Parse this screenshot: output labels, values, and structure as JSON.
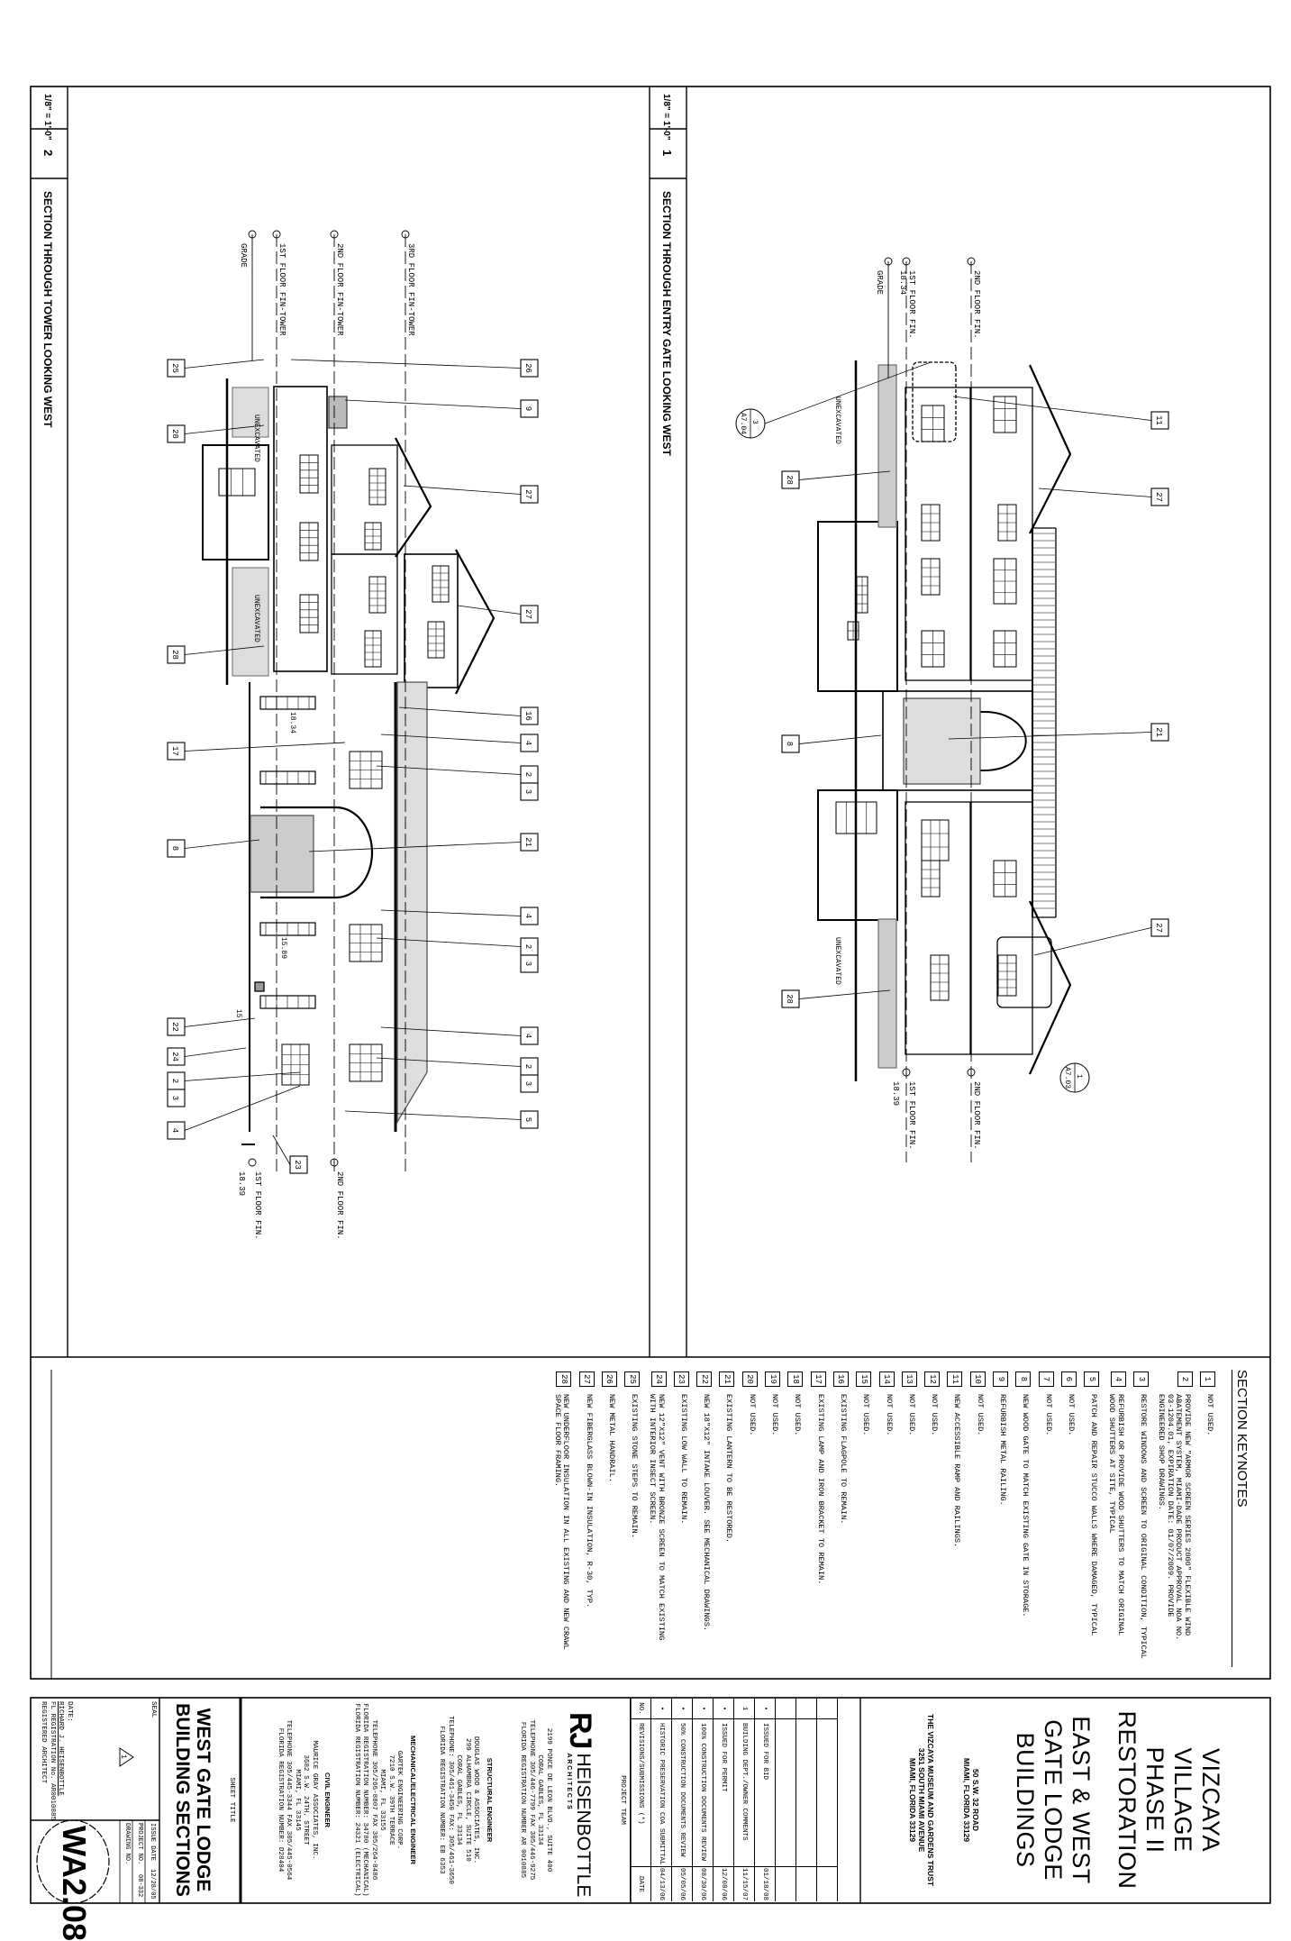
{
  "drawings": [
    {
      "number": "1",
      "scale": "1/8\" = 1'-0\"",
      "title": "SECTION THROUGH ENTRY GATE LOOKING WEST",
      "levels_top": [
        "2ND FLOOR FIN.",
        "1ST FLOOR FIN.",
        "GRADE"
      ],
      "levels_top_elev": "18.34",
      "levels_bottom": [
        "1ST FLOOR FIN.",
        "2ND FLOOR FIN."
      ],
      "levels_bottom_elev": "18.39",
      "notes": [
        "UNEXCAVATED",
        "UNEXCAVATED"
      ],
      "detail_refs": [
        {
          "num": "3",
          "sheet": "A7.04"
        },
        {
          "num": "1",
          "sheet": "A7.03"
        }
      ],
      "tags": [
        "11",
        "27",
        "21",
        "27",
        "28",
        "8",
        "28"
      ]
    },
    {
      "number": "2",
      "scale": "1/8\" = 1'-0\"",
      "title": "SECTION THROUGH TOWER LOOKING WEST",
      "levels_top": [
        "3RD FLOOR FIN-TOWER",
        "2ND FLOOR FIN-TOWER",
        "1ST FLOOR FIN-TOWER",
        "GRADE"
      ],
      "levels_bottom": [
        "1ST FLOOR FIN.",
        "2ND FLOOR FIN."
      ],
      "levels_bottom_elev": "18.39",
      "notes": [
        "UNEXCAVATED",
        "UNEXCAVATED"
      ],
      "dims": [
        "18.34",
        "15.89",
        "15"
      ],
      "tags": [
        "26",
        "9",
        "27",
        "27",
        "16",
        "4",
        "2",
        "3",
        "21",
        "4",
        "2",
        "3",
        "4",
        "2",
        "3",
        "5",
        "25",
        "28",
        "28",
        "17",
        "8",
        "22",
        "24",
        "2",
        "3",
        "4",
        "23"
      ]
    }
  ],
  "keynotes": {
    "heading": "SECTION KEYNOTES",
    "items": [
      {
        "num": "1",
        "text": "NOT USED."
      },
      {
        "num": "2",
        "text": "PROVIDE NEW \"ARMOR SCREEN SERIES 2000\" FLEXIBLE WIND\nABATEMENT SYSTEM, MIAMI-DADE PRODUCT APPROVAL NOA NO.\n03-1204.01, EXPIRATION DATE: 01/07/2009. PROVIDE\nENGINEERED SHOP DRAWINGS."
      },
      {
        "num": "3",
        "text": "RESTORE WINDOWS AND SCREEN TO ORIGINAL CONDITION, TYPICAL"
      },
      {
        "num": "4",
        "text": "REFURBISH OR PROVIDE WOOD SHUTTERS TO MATCH ORIGINAL\nWOOD SHUTTERS AT SITE, TYPICAL"
      },
      {
        "num": "5",
        "text": "PATCH AND REPAIR STUCCO WALLS WHERE DAMAGED, TYPICAL"
      },
      {
        "num": "6",
        "text": "NOT USED."
      },
      {
        "num": "7",
        "text": "NOT USED."
      },
      {
        "num": "8",
        "text": "NEW WOOD GATE TO MATCH EXISTING GATE IN STORAGE."
      },
      {
        "num": "9",
        "text": "REFURBISH METAL RAILING."
      },
      {
        "num": "10",
        "text": "NOT USED."
      },
      {
        "num": "11",
        "text": "NEW ACCESSIBLE RAMP AND RAILINGS."
      },
      {
        "num": "12",
        "text": "NOT USED."
      },
      {
        "num": "13",
        "text": "NOT USED."
      },
      {
        "num": "14",
        "text": "NOT USED."
      },
      {
        "num": "15",
        "text": "NOT USED."
      },
      {
        "num": "16",
        "text": "EXISTING FLAGPOLE TO REMAIN."
      },
      {
        "num": "17",
        "text": "EXISTING LAMP AND IRON BRACKET TO REMAIN."
      },
      {
        "num": "18",
        "text": "NOT USED."
      },
      {
        "num": "19",
        "text": "NOT USED."
      },
      {
        "num": "20",
        "text": "NOT USED."
      },
      {
        "num": "21",
        "text": "EXISTING LANTERN TO BE RESTORED."
      },
      {
        "num": "22",
        "text": "NEW 18\"X12\" INTAKE LOUVER. SEE MECHANICAL DRAWINGS."
      },
      {
        "num": "23",
        "text": "EXISTING LOW WALL TO REMAIN."
      },
      {
        "num": "24",
        "text": "NEW 12\"X12\" VENT WITH BRONZE SCREEN TO MATCH EXISTING\nWITH INTERIOR INSECT SCREEN."
      },
      {
        "num": "25",
        "text": "EXISTING STONE STEPS TO REMAIN."
      },
      {
        "num": "26",
        "text": "NEW METAL HANDRAIL."
      },
      {
        "num": "27",
        "text": "NEW FIBERGLASS BLOWN-IN INSULATION, R-30, TYP."
      },
      {
        "num": "28",
        "text": "NEW UNDERFLOOR INSULATION IN ALL EXISTING AND NEW CRAWL\nSPACE FLOOR FRAMING."
      }
    ]
  },
  "title_block": {
    "project_title": [
      "VIZCAYA",
      "VILLAGE",
      "PHASE II",
      "RESTORATION"
    ],
    "subtitle": [
      "EAST & WEST",
      "GATE LODGE",
      "BUILDINGS"
    ],
    "site_address": [
      "50 S.W. 32 ROAD",
      "MIAMI, FLORIDA 33129"
    ],
    "owner": [
      "THE VIZCAYA MUSEUM AND GARDENS TRUST",
      "3251 SOUTH MIAMI AVENUE",
      "MIAMI, FLORIDA 33129"
    ],
    "revisions": {
      "header": {
        "no": "NO.",
        "desc": "REVISIONS/SUBMISSIONS (*)",
        "date": "DATE"
      },
      "rows": [
        {
          "no": "",
          "desc": "",
          "date": ""
        },
        {
          "no": "",
          "desc": "",
          "date": ""
        },
        {
          "no": "",
          "desc": "",
          "date": ""
        },
        {
          "no": "•",
          "desc": "ISSUED FOR BID",
          "date": "01/18/08"
        },
        {
          "no": "1",
          "desc": "BUILDING DEPT./OWNER COMMENTS",
          "date": "11/15/07"
        },
        {
          "no": "•",
          "desc": "ISSUED FOR PERMIT",
          "date": "12/08/06"
        },
        {
          "no": "•",
          "desc": "100% CONSTRUCTION DOCUMENTS REVIEW",
          "date": "08/30/06"
        },
        {
          "no": "•",
          "desc": "50% CONSTRUCTION DOCUMENTS REVIEW",
          "date": "05/05/06"
        },
        {
          "no": "•",
          "desc": "HISTORIC PRESERVATION COA SUBMITTAL",
          "date": "04/13/06"
        }
      ]
    },
    "project_team_label": "PROJECT TEAM",
    "architect": {
      "logo_initials": "RJ",
      "name": "HEISENBOTTLE",
      "tag": "A R C H I T E C T S",
      "lines": [
        "2199 PONCE DE LEON BLVD., SUITE 400",
        "CORAL GABLES, FL 33134",
        "TELEPHONE 305/446-7799  FAX 305/446-9275",
        "FLORIDA REGISTRATION NUMBER AR 0010885"
      ]
    },
    "engineers": [
      {
        "role": "STRUCTURAL ENGINEER",
        "lines": [
          "DOUGLAS WOOD & ASSOCIATES, INC.",
          "299 ALHAMBRA CIRCLE, SUITE 510",
          "CORAL GABLES, FL 33134",
          "TELEPHONE: 305/461-3450  FAX: 305/461-3650",
          "FLORIDA REGISTRATION NUMBER: EB 6353"
        ]
      },
      {
        "role": "MECHANICAL/ELECTRICAL ENGINEER",
        "lines": [
          "GARTEK ENGINEERING CORP.",
          "7210 S.W. 39TH TERRACE",
          "MIAMI, FL 33155",
          "TELEPHONE 305/266-8807  FAX 305/264-8486",
          "FLORIDA REGISTRATION NUMBER: 34780 (MECHANICAL)",
          "FLORIDA REGISTRATION NUMBER: 24321 (ELECTRICAL)"
        ]
      },
      {
        "role": "CIVIL ENGINEER",
        "lines": [
          "MAURICE GRAY ASSOCIATES, INC.",
          "3682 S.W. 24TH. STREET",
          "MIAMI, FL 33145",
          "TELEPHONE 305/445-3344  FAX 305/445-0564",
          "FLORIDA REGISTRATION NUMBER: D28404"
        ]
      }
    ],
    "sheet_title_label": "SHEET TITLE",
    "sheet_title": [
      "WEST GATE LODGE",
      "BUILDING SECTIONS"
    ],
    "seal_label": "SEAL",
    "seal_lines": [
      "DATE:",
      "RICHARD J. HEISENBOTTLE",
      "FL REGISTRATION No. AR0010885",
      "REGISTERED ARCHITECT"
    ],
    "revision_marker": "1",
    "issue_date_label": "ISSUE DATE",
    "issue_date": "12/28/05",
    "project_no_label": "PROJECT NO.",
    "project_no": "08-332",
    "drawing_no_label": "DRAWING NO.",
    "drawing_no": "WA2.08"
  }
}
